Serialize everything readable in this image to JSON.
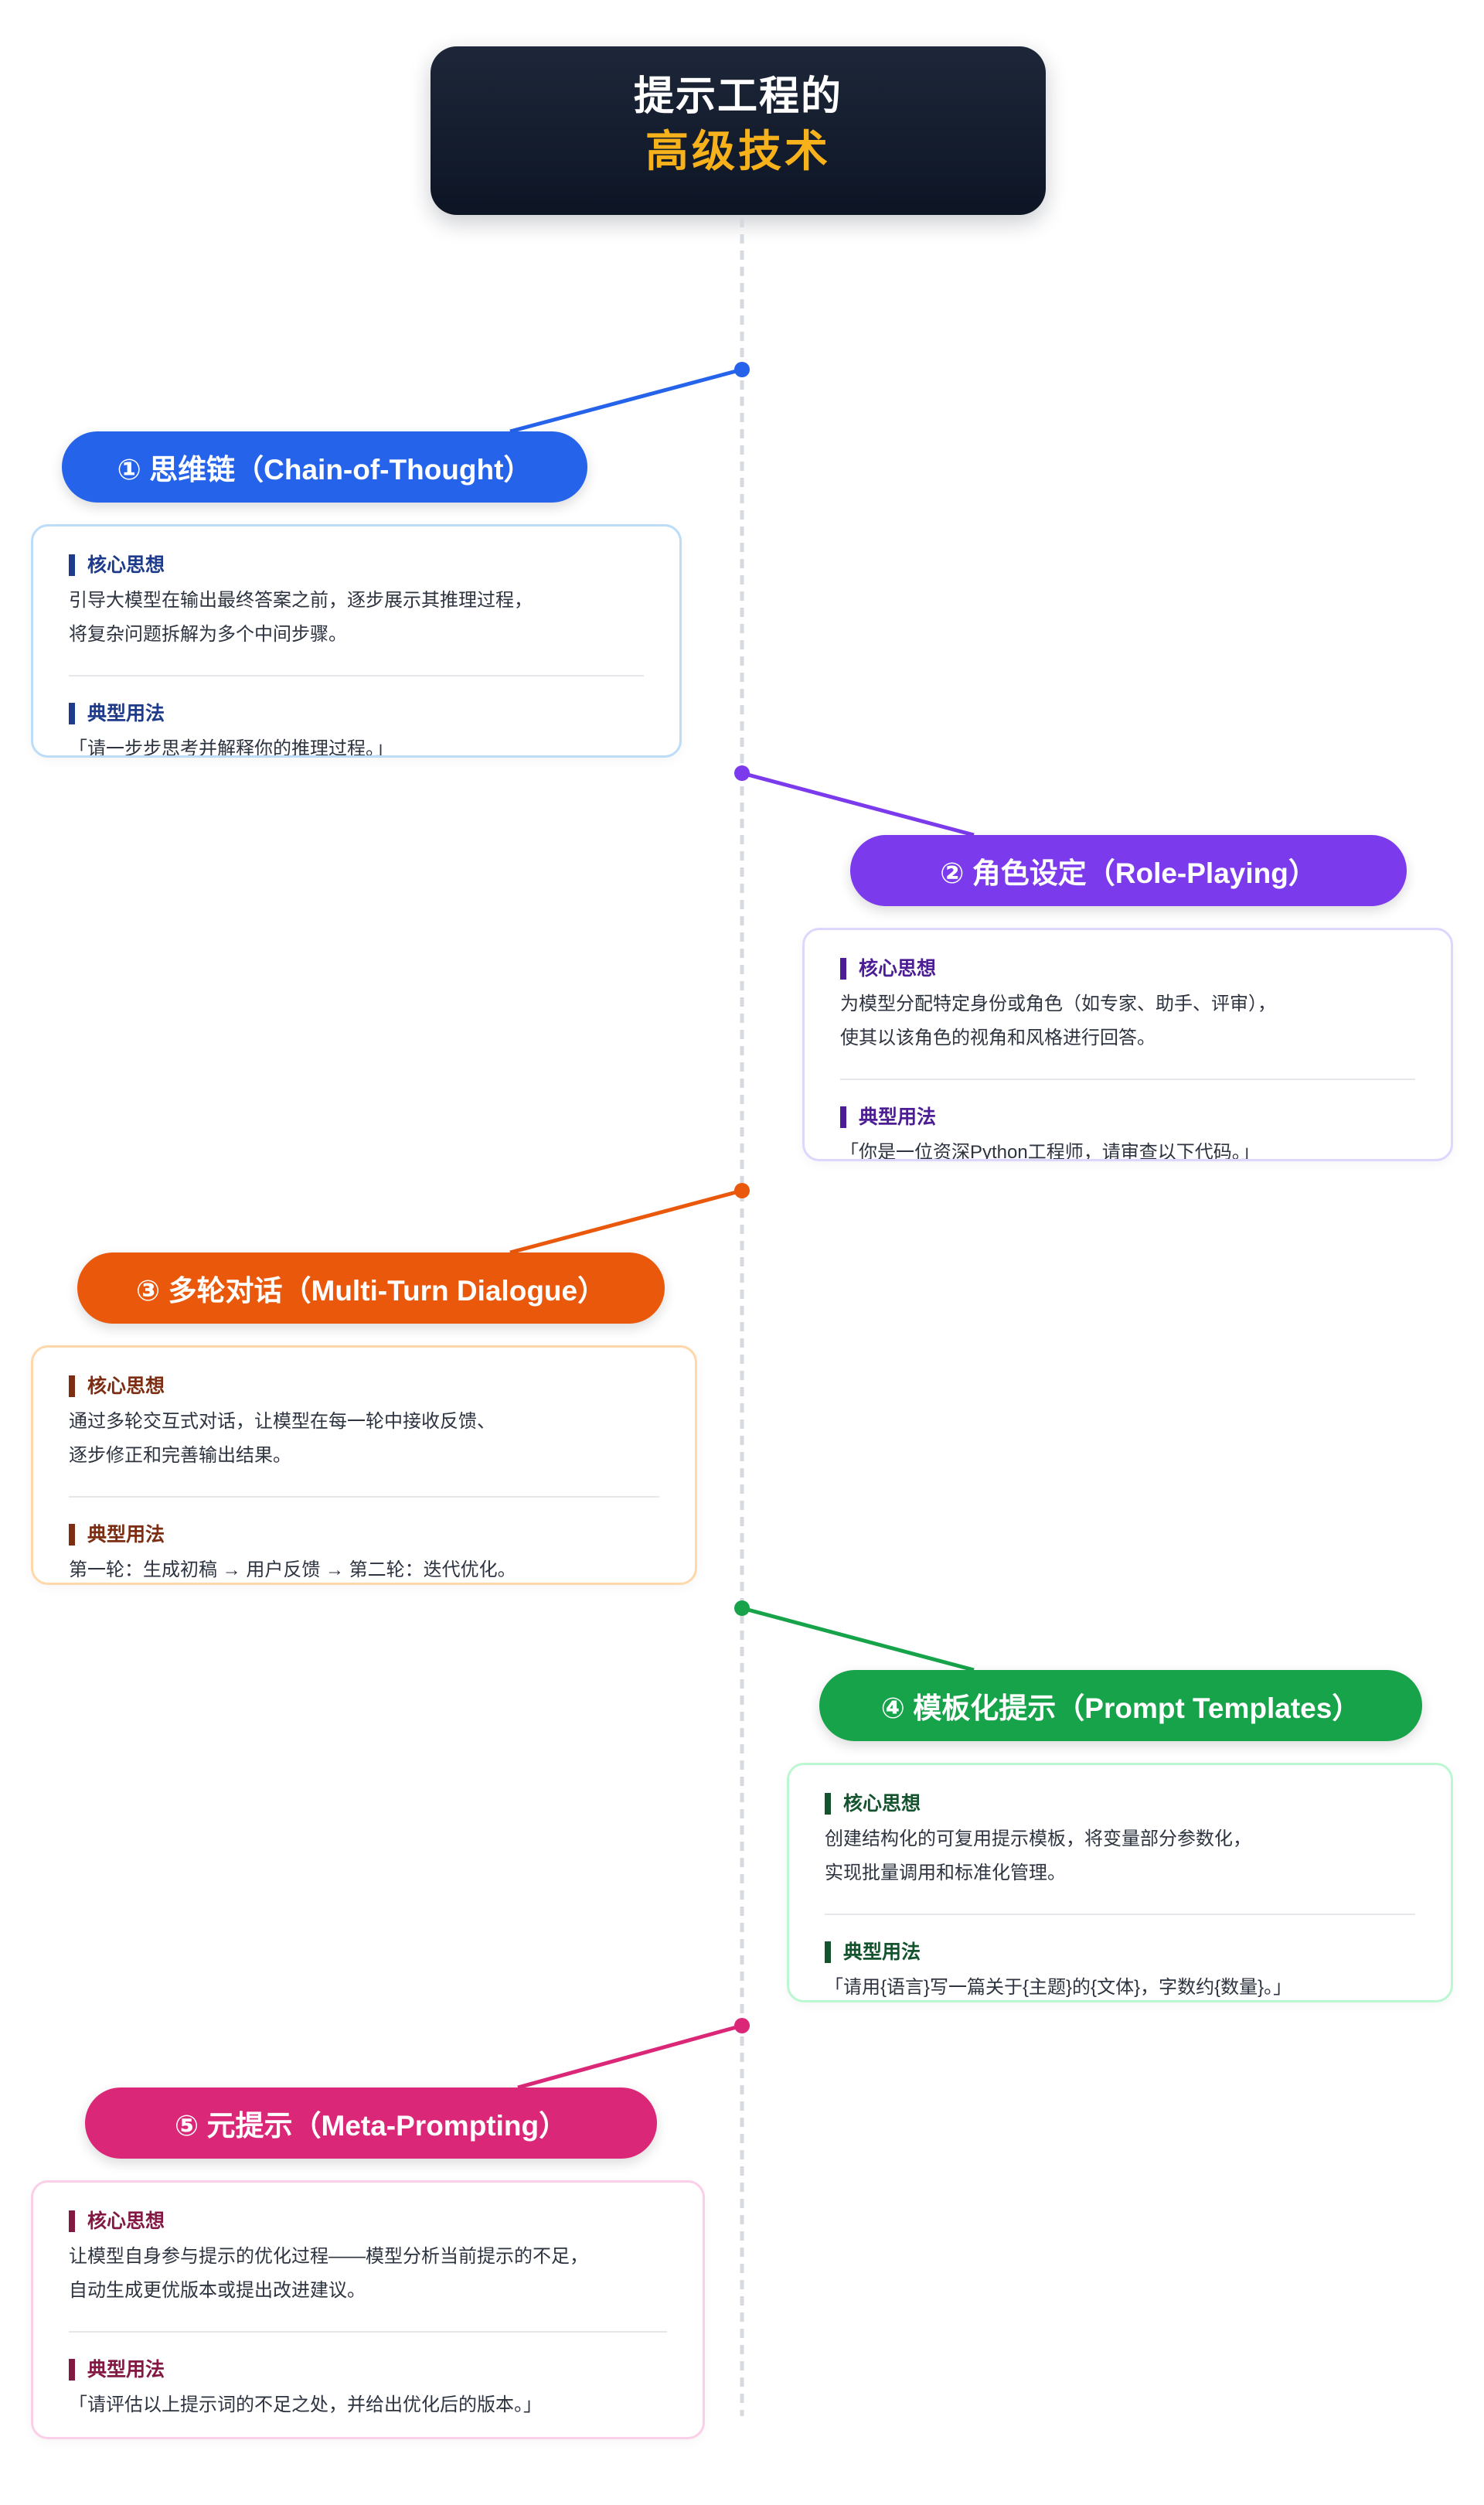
{
  "title": {
    "line1": "提示工程的",
    "line2": "高级技术"
  },
  "labels": {
    "core_idea": "核心思想",
    "typical_usage": "典型用法"
  },
  "colors": {
    "title_accent": "#f7b21b",
    "spine": "#d5d9e0",
    "cot": "#2563eb",
    "role": "#7c3aed",
    "multi": "#ea580c",
    "template": "#16a34a",
    "meta": "#db2777"
  },
  "techniques": [
    {
      "name": "① 思维链（Chain-of-Thought）",
      "core_line1": "引导大模型在输出最终答案之前，逐步展示其推理过程，",
      "core_line2": "将复杂问题拆解为多个中间步骤。",
      "usage": "「请一步步思考并解释你的推理过程。」"
    },
    {
      "name": "② 角色设定（Role-Playing）",
      "core_line1": "为模型分配特定身份或角色（如专家、助手、评审），",
      "core_line2": "使其以该角色的视角和风格进行回答。",
      "usage": "「你是一位资深Python工程师，请审查以下代码。」"
    },
    {
      "name": "③ 多轮对话（Multi-Turn Dialogue）",
      "core_line1": "通过多轮交互式对话，让模型在每一轮中接收反馈、",
      "core_line2": "逐步修正和完善输出结果。",
      "usage": "第一轮：生成初稿 → 用户反馈 → 第二轮：迭代优化。"
    },
    {
      "name": "④ 模板化提示（Prompt Templates）",
      "core_line1": "创建结构化的可复用提示模板，将变量部分参数化，",
      "core_line2": "实现批量调用和标准化管理。",
      "usage": "「请用{语言}写一篇关于{主题}的{文体}，字数约{数量}。」"
    },
    {
      "name": "⑤ 元提示（Meta-Prompting）",
      "core_line1": "让模型自身参与提示的优化过程——模型分析当前提示的不足，",
      "core_line2": "自动生成更优版本或提出改进建议。",
      "usage": "「请评估以上提示词的不足之处，并给出优化后的版本。」"
    }
  ]
}
